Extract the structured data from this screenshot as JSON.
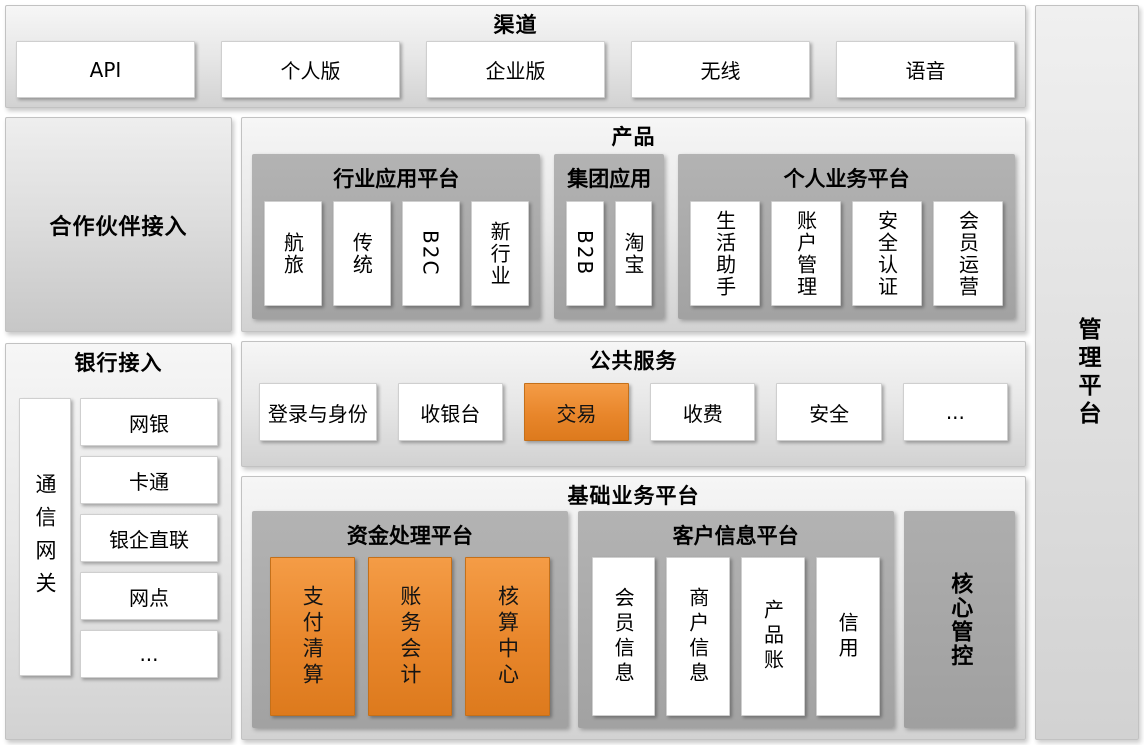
{
  "colors": {
    "highlight_orange": "#E8862B",
    "subpanel_gray": "#A8A8A8",
    "panel_light_gray": "#E3E3E3"
  },
  "channels": {
    "title": "渠道",
    "items": [
      "API",
      "个人版",
      "企业版",
      "无线",
      "语音"
    ]
  },
  "partner_access": {
    "label": "合作伙伴接入"
  },
  "bank_access": {
    "title": "银行接入",
    "gateway": "通信网关",
    "items": [
      "网银",
      "卡通",
      "银企直联",
      "网点",
      "..."
    ]
  },
  "products": {
    "title": "产品",
    "industry": {
      "title": "行业应用平台",
      "items": [
        "航旅",
        "传统",
        "B2C",
        "新行业"
      ]
    },
    "group_app": {
      "title": "集团应用",
      "items": [
        "B2B",
        "淘宝"
      ]
    },
    "personal": {
      "title": "个人业务平台",
      "items": [
        "生活助手",
        "账户管理",
        "安全认证",
        "会员运营"
      ]
    }
  },
  "public_services": {
    "title": "公共服务",
    "items": [
      "登录与身份",
      "收银台",
      "交易",
      "收费",
      "安全",
      "..."
    ],
    "highlighted_item": "交易"
  },
  "base_platform": {
    "title": "基础业务平台",
    "funds": {
      "title": "资金处理平台",
      "items": [
        "支付清算",
        "账务会计",
        "核算中心"
      ]
    },
    "customer": {
      "title": "客户信息平台",
      "items": [
        "会员信息",
        "商户信息",
        "产品账",
        "信用"
      ]
    },
    "core_control": {
      "label": "核心管控"
    }
  },
  "management": {
    "label": "管理平台"
  }
}
